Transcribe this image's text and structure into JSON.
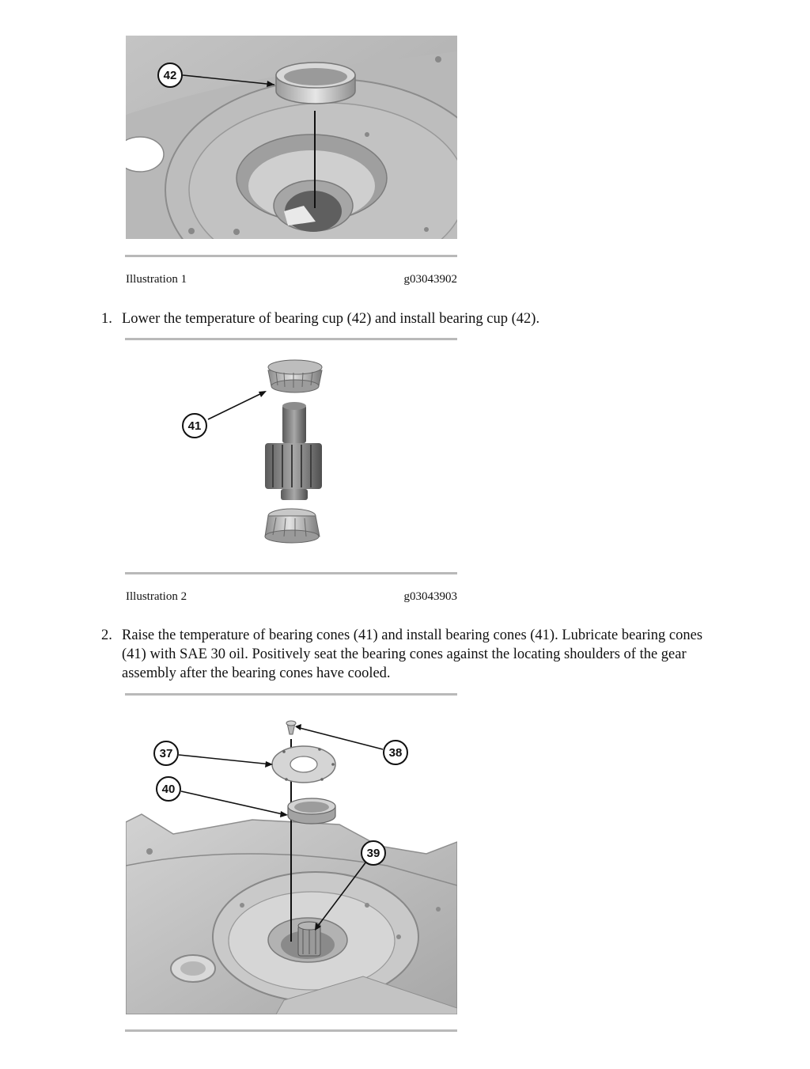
{
  "illustrations": [
    {
      "label": "Illustration 1",
      "code": "g03043902",
      "callouts": [
        "42"
      ]
    },
    {
      "label": "Illustration 2",
      "code": "g03043903",
      "callouts": [
        "41"
      ]
    },
    {
      "callouts": [
        "37",
        "38",
        "40",
        "39"
      ]
    }
  ],
  "steps": [
    {
      "number": "1.",
      "text": "Lower the temperature of bearing cup (42) and install bearing cup (42)."
    },
    {
      "number": "2.",
      "text": "Raise the temperature of bearing cones (41) and install bearing cones (41). Lubricate bearing cones (41) with SAE 30 oil. Positively seat the bearing cones against the locating shoulders of the gear assembly after the bearing cones have cooled."
    }
  ]
}
